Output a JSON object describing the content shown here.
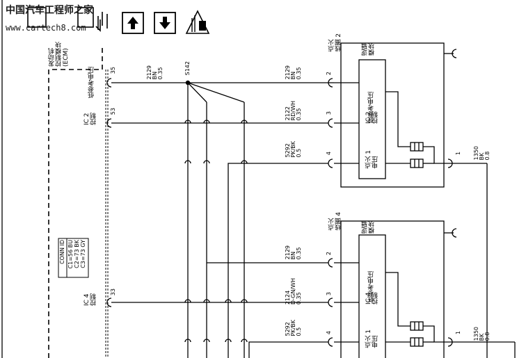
{
  "watermark": {
    "site_name_cn": "中国汽车工程师之家",
    "site_url": "www.cartech8.com"
  },
  "legend_icons": [
    "voltage-check-icon",
    "arrow-up-icon",
    "arrow-down-icon",
    "ground-icon"
  ],
  "ecm": {
    "title": "发动机\n控制模块\n(ECM)",
    "conn_id": {
      "title": "CONN ID",
      "lines": [
        "C1=56 BU",
        "C2=73 BK",
        "C3=73 GY"
      ]
    },
    "pins": [
      {
        "label": "低参考电压",
        "pin": "35"
      },
      {
        "label": "IC 2\n控制",
        "pin": "53"
      },
      {
        "label": "IC 4\n控制",
        "pin": "33"
      }
    ]
  },
  "splice": "S142",
  "coil2": {
    "name": "点火\n线圈 2",
    "logic": "逻辑\n模块",
    "low_ref": "低参考电压",
    "ic": "IC 2\n控制",
    "ign": "点火 1\n电压",
    "pins": [
      "2",
      "3",
      "4"
    ],
    "out_pin": "1"
  },
  "coil4": {
    "name": "点火\n线圈 4",
    "logic": "逻辑\n模块",
    "low_ref": "低参考电压",
    "ic": "IC 4\n控制",
    "ign": "点火 1\n电压",
    "pins": [
      "2",
      "3",
      "4"
    ],
    "out_pin": "1"
  },
  "wires": [
    {
      "circuit": "2129",
      "color": "BN",
      "size": "0.35"
    },
    {
      "circuit": "2129",
      "color": "BN",
      "size": "0.35"
    },
    {
      "circuit": "2122",
      "color": "RD/WH",
      "size": "0.35"
    },
    {
      "circuit": "5292",
      "color": "PK/BK",
      "size": "0.5"
    },
    {
      "circuit": "1350",
      "color": "BK",
      "size": "0.8"
    },
    {
      "circuit": "2129",
      "color": "BN",
      "size": "0.35"
    },
    {
      "circuit": "2124",
      "color": "D-GN/WH",
      "size": "0.35"
    },
    {
      "circuit": "5292",
      "color": "PK/BK",
      "size": "0.5"
    },
    {
      "circuit": "1350",
      "color": "BK",
      "size": "0.8"
    }
  ]
}
